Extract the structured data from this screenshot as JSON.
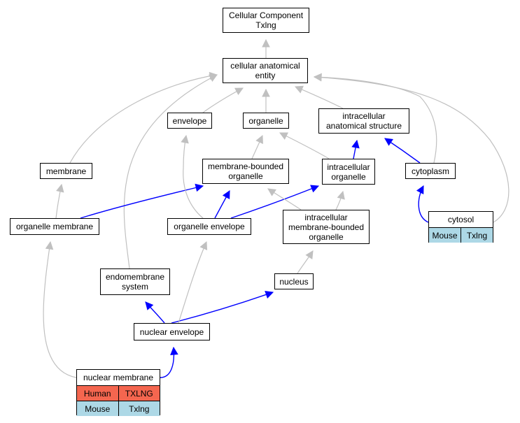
{
  "colors": {
    "is_a_edge": "#c0c0c0",
    "part_of_edge": "#0000ff",
    "human_cell": "#f4664f",
    "mouse_cell": "#add8e6"
  },
  "nodes": {
    "cellular_component": {
      "line1": "Cellular Component",
      "line2": "Txlng"
    },
    "cellular_anatomical_entity": {
      "line1": "cellular anatomical",
      "line2": "entity"
    },
    "envelope": {
      "line1": "envelope"
    },
    "organelle": {
      "line1": "organelle"
    },
    "intracellular_anatomical_structure": {
      "line1": "intracellular",
      "line2": "anatomical structure"
    },
    "membrane": {
      "line1": "membrane"
    },
    "membrane_bounded_organelle": {
      "line1": "membrane-bounded",
      "line2": "organelle"
    },
    "intracellular_organelle": {
      "line1": "intracellular",
      "line2": "organelle"
    },
    "cytoplasm": {
      "line1": "cytoplasm"
    },
    "organelle_membrane": {
      "line1": "organelle membrane"
    },
    "organelle_envelope": {
      "line1": "organelle envelope"
    },
    "intracellular_membrane_bounded_organelle": {
      "line1": "intracellular",
      "line2": "membrane-bounded",
      "line3": "organelle"
    },
    "endomembrane_system": {
      "line1": "endomembrane",
      "line2": "system"
    },
    "nucleus": {
      "line1": "nucleus"
    },
    "nuclear_envelope": {
      "line1": "nuclear envelope"
    }
  },
  "tables": {
    "cytosol": {
      "title": "cytosol",
      "rows": [
        {
          "species": "Mouse",
          "gene": "Txlng"
        }
      ]
    },
    "nuclear_membrane": {
      "title": "nuclear membrane",
      "rows": [
        {
          "species": "Human",
          "gene": "TXLNG"
        },
        {
          "species": "Mouse",
          "gene": "Txlng"
        }
      ]
    }
  },
  "edges": [
    {
      "from": "cellular_anatomical_entity",
      "to": "cellular_component",
      "type": "is_a"
    },
    {
      "from": "envelope",
      "to": "cellular_anatomical_entity",
      "type": "is_a"
    },
    {
      "from": "organelle",
      "to": "cellular_anatomical_entity",
      "type": "is_a"
    },
    {
      "from": "intracellular_anatomical_structure",
      "to": "cellular_anatomical_entity",
      "type": "is_a"
    },
    {
      "from": "membrane",
      "to": "cellular_anatomical_entity",
      "type": "is_a"
    },
    {
      "from": "endomembrane_system",
      "to": "cellular_anatomical_entity",
      "type": "is_a"
    },
    {
      "from": "cytoplasm",
      "to": "cellular_anatomical_entity",
      "type": "is_a"
    },
    {
      "from": "cytosol",
      "to": "cellular_anatomical_entity",
      "type": "is_a"
    },
    {
      "from": "membrane_bounded_organelle",
      "to": "organelle",
      "type": "is_a"
    },
    {
      "from": "intracellular_organelle",
      "to": "organelle",
      "type": "is_a"
    },
    {
      "from": "intracellular_organelle",
      "to": "intracellular_anatomical_structure",
      "type": "part_of"
    },
    {
      "from": "cytoplasm",
      "to": "intracellular_anatomical_structure",
      "type": "part_of"
    },
    {
      "from": "organelle_membrane",
      "to": "membrane",
      "type": "is_a"
    },
    {
      "from": "organelle_membrane",
      "to": "membrane_bounded_organelle",
      "type": "part_of"
    },
    {
      "from": "organelle_envelope",
      "to": "envelope",
      "type": "is_a"
    },
    {
      "from": "organelle_envelope",
      "to": "membrane_bounded_organelle",
      "type": "part_of"
    },
    {
      "from": "organelle_envelope",
      "to": "intracellular_organelle",
      "type": "part_of"
    },
    {
      "from": "intracellular_membrane_bounded_organelle",
      "to": "membrane_bounded_organelle",
      "type": "is_a"
    },
    {
      "from": "intracellular_membrane_bounded_organelle",
      "to": "intracellular_organelle",
      "type": "is_a"
    },
    {
      "from": "cytosol",
      "to": "cytoplasm",
      "type": "part_of"
    },
    {
      "from": "nucleus",
      "to": "intracellular_membrane_bounded_organelle",
      "type": "is_a"
    },
    {
      "from": "nuclear_envelope",
      "to": "endomembrane_system",
      "type": "part_of"
    },
    {
      "from": "nuclear_envelope",
      "to": "nucleus",
      "type": "part_of"
    },
    {
      "from": "nuclear_envelope",
      "to": "organelle_envelope",
      "type": "is_a"
    },
    {
      "from": "nuclear_membrane",
      "to": "organelle_membrane",
      "type": "is_a"
    },
    {
      "from": "nuclear_membrane",
      "to": "nuclear_envelope",
      "type": "part_of"
    }
  ]
}
